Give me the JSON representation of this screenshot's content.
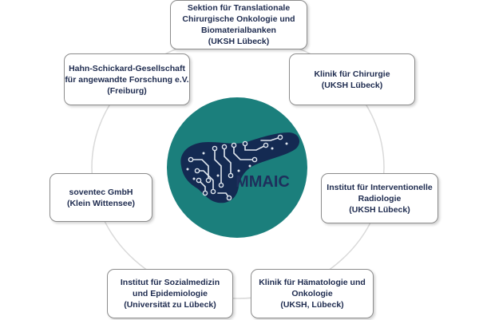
{
  "center": {
    "label": "MMAIC",
    "colors": {
      "disc": "#1b7f7c",
      "organ": "#142a52",
      "circuit": "#dfe6ee",
      "label": "#1e2f5c"
    }
  },
  "partners": [
    {
      "id": "sektion",
      "lines": [
        "Sektion für Translationale",
        "Chirurgische Onkologie und",
        "Biomaterialbanken",
        "(UKSH Lübeck)"
      ]
    },
    {
      "id": "chirurgie",
      "lines": [
        "Klinik für Chirurgie",
        "(UKSH Lübeck)"
      ]
    },
    {
      "id": "hahn",
      "lines": [
        "Hahn-Schickard-Gesellschaft",
        "für angewandte Forschung e.V.",
        "(Freiburg)"
      ]
    },
    {
      "id": "soventec",
      "lines": [
        "soventec GmbH",
        "(Klein Wittensee)"
      ]
    },
    {
      "id": "interv",
      "lines": [
        "Institut für Interventionelle",
        "Radiologie",
        "(UKSH Lübeck)"
      ]
    },
    {
      "id": "sozial",
      "lines": [
        "Institut für Sozialmedizin",
        "und Epidemiologie",
        "(Universität zu Lübeck)"
      ]
    },
    {
      "id": "haemat",
      "lines": [
        "Klinik für Hämatologie und",
        "Onkologie",
        "(UKSH, Lübeck)"
      ]
    }
  ],
  "colors": {
    "box_border": "#8c8c8c",
    "box_text": "#1e2b4f",
    "ring": "#d9d9d9"
  }
}
